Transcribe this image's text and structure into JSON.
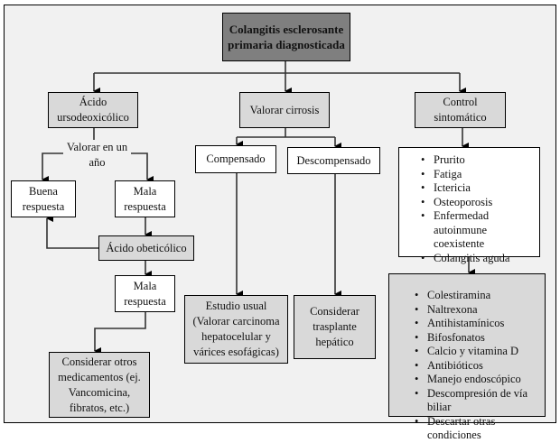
{
  "diagram": {
    "root": "Colangitis esclerosante primaria diagnosticada",
    "branches": {
      "udca": "Ácido ursodeoxicólico",
      "cirrhosis": "Valorar cirrosis",
      "symptom_control": "Control sintomático"
    },
    "assess_label": "Valorar en un año",
    "good_response": "Buena respuesta",
    "bad_response": "Mala respuesta",
    "oca": "Ácido obeticólico",
    "bad_response_2": "Mala respuesta",
    "other_meds": "Considerar otros medicamentos (ej. Vancomicina, fibratos, etc.)",
    "compensated": "Compensado",
    "decompensated": "Descompensado",
    "usual_study": "Estudio usual (Valorar carcinoma hepatocelular y várices esofágicas)",
    "transplant": "Considerar trasplante hepático",
    "symptoms": [
      "Prurito",
      "Fatiga",
      "Ictericia",
      "Osteoporosis",
      "Enfermedad autoinmune coexistente",
      "Colangitis aguda"
    ],
    "treatments": [
      "Colestiramina",
      "Naltrexona",
      "Antihistamínicos",
      "Bifosfonatos",
      "Calcio y vitamina D",
      "Antibióticos",
      "Manejo endoscópico",
      "Descompresión de vía biliar",
      "Descartar otras condiciones"
    ]
  },
  "colors": {
    "frame_bg": "#f1f1f1",
    "root_fill": "#7f7f7f",
    "gray_fill": "#d9d9d9",
    "white_fill": "#ffffff",
    "line": "#000000"
  }
}
